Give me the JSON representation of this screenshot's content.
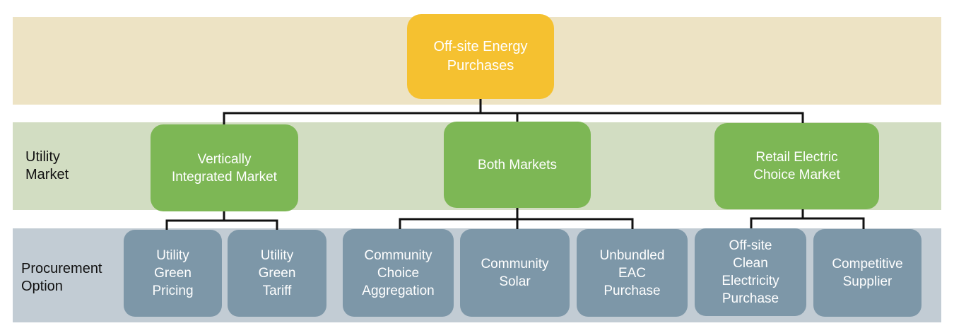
{
  "colors": {
    "root": "#f5c130",
    "market": "#7db755",
    "option": "#7d97a8",
    "band_top": "#ede3c4",
    "band_mid": "#d2ddc2",
    "band_bottom": "#c2ccd4",
    "connector": "#111111"
  },
  "rows": {
    "utility_market": "Utility\nMarket",
    "procurement_option": "Procurement\nOption"
  },
  "root": {
    "label": "Off-site Energy\nPurchases"
  },
  "markets": [
    {
      "label": "Vertically\nIntegrated Market",
      "options": [
        "Utility\nGreen\nPricing",
        "Utility\nGreen\nTariff"
      ]
    },
    {
      "label": "Both Markets",
      "options": [
        "Community\nChoice\nAggregation",
        "Community\nSolar",
        "Unbundled\nEAC\nPurchase"
      ]
    },
    {
      "label": "Retail Electric\nChoice Market",
      "options": [
        "Off-site\nClean\nElectricity\nPurchase",
        "Competitive\nSupplier"
      ]
    }
  ]
}
